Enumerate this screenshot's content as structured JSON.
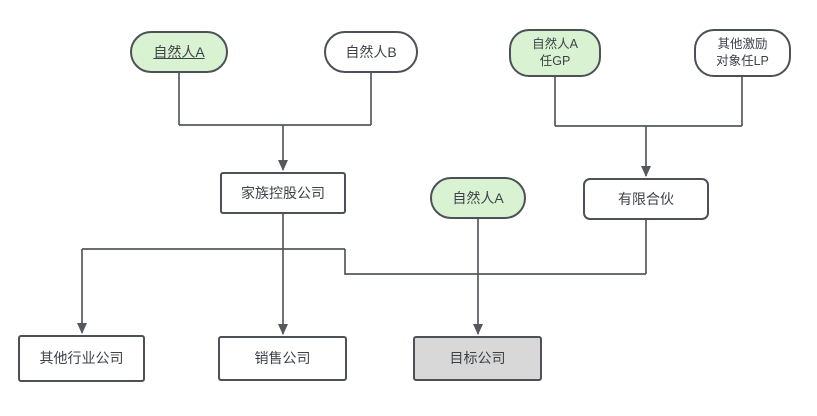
{
  "colors": {
    "green": "#d9f2d2",
    "gray": "#d8d8d8",
    "border": "#4c5157",
    "line": "#55595e",
    "text": "#3d4248",
    "bg": "#ffffff"
  },
  "nodes": {
    "person_a_top": {
      "label": "自然人A",
      "underlined": true,
      "fill": "green",
      "shape": "pill"
    },
    "person_b": {
      "label": "自然人B",
      "fill": "white",
      "shape": "pill"
    },
    "person_a_gp": {
      "label": "自然人A\n任GP",
      "fill": "green",
      "shape": "pill"
    },
    "incentive_lp": {
      "label": "其他激励\n对象任LP",
      "fill": "white",
      "shape": "pill"
    },
    "family_holding": {
      "label": "家族控股公司",
      "fill": "white",
      "shape": "rect"
    },
    "person_a_mid": {
      "label": "自然人A",
      "fill": "green",
      "shape": "pill"
    },
    "limited_partnership": {
      "label": "有限合伙",
      "fill": "white",
      "shape": "rect"
    },
    "other_industry": {
      "label": "其他行业公司",
      "fill": "white",
      "shape": "rect"
    },
    "sales_company": {
      "label": "销售公司",
      "fill": "white",
      "shape": "rect"
    },
    "target_company": {
      "label": "目标公司",
      "fill": "gray",
      "shape": "rect"
    }
  },
  "edges": [
    {
      "from": "person_a_top",
      "to": "family_holding",
      "arrow": true
    },
    {
      "from": "person_b",
      "to": "family_holding",
      "arrow": true
    },
    {
      "from": "person_a_gp",
      "to": "limited_partnership",
      "arrow": true
    },
    {
      "from": "incentive_lp",
      "to": "limited_partnership",
      "arrow": true
    },
    {
      "from": "family_holding",
      "to": "other_industry",
      "arrow": true
    },
    {
      "from": "family_holding",
      "to": "sales_company",
      "arrow": true
    },
    {
      "from": "family_holding",
      "to": "target_company",
      "arrow": true
    },
    {
      "from": "limited_partnership",
      "to": "target_company",
      "arrow": true
    },
    {
      "from": "person_a_mid",
      "to": "target_company",
      "arrow": true
    }
  ]
}
